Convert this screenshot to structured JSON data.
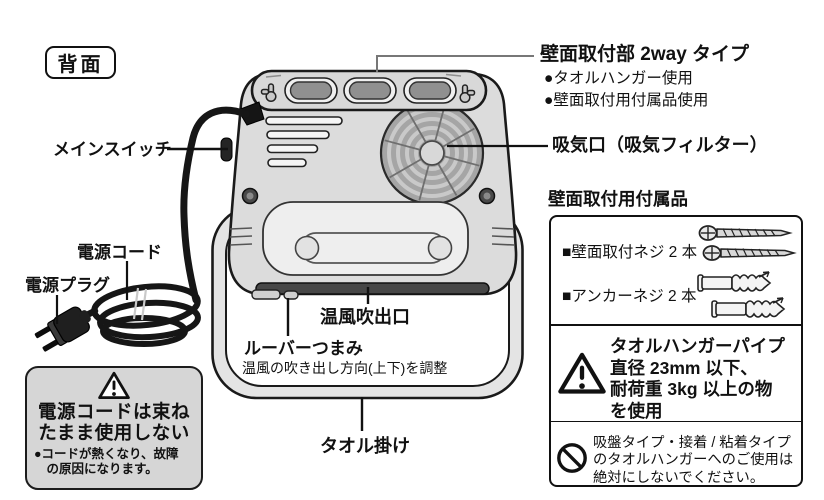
{
  "page": {
    "view_label": "背面"
  },
  "device_labels": {
    "main_switch": "メインスイッチ",
    "power_cord": "電源コード",
    "power_plug": "電源プラグ",
    "wall_mount_title": "壁面取付部 2way タイプ",
    "wall_mount_use1": "●タオルハンガー使用",
    "wall_mount_use2": "●壁面取付用付属品使用",
    "air_intake": "吸気口（吸気フィルター）",
    "warm_air_outlet": "温風吹出口",
    "louver_knob": "ルーバーつまみ",
    "louver_knob_desc": "温風の吹き出し方向(上下)を調整",
    "towel_rack": "タオル掛け"
  },
  "cord_warning": {
    "title": "電源コードは束ね\nたまま使用しない",
    "note": "●コードが熱くなり、故障\n　の原因になります。"
  },
  "accessories": {
    "heading": "壁面取付用付属品",
    "wall_screws": "■壁面取付ネジ 2 本",
    "anchor_screws": "■アンカーネジ 2 本",
    "caution": "タオルハンガーパイプ\n直径 23mm 以下、\n耐荷重 3kg 以上の物\nを使用",
    "prohibition": "吸盤タイプ・接着 / 粘着タイプ\nのタオルハンガーへのご使用は\n絶対にしないでください。"
  },
  "icons": {
    "caution": "warning-triangle-icon",
    "prohibition": "prohibition-icon",
    "wall_screws": "wall-screws-icon",
    "anchors": "anchor-screws-icon"
  },
  "colors": {
    "background": "#ffffff",
    "line": "#1a1a1a",
    "device_body": "#dcdcdc",
    "slot_dark": "#909090",
    "grille": "#a5a5a5",
    "warning_box_bg": "#d6d6d6"
  }
}
